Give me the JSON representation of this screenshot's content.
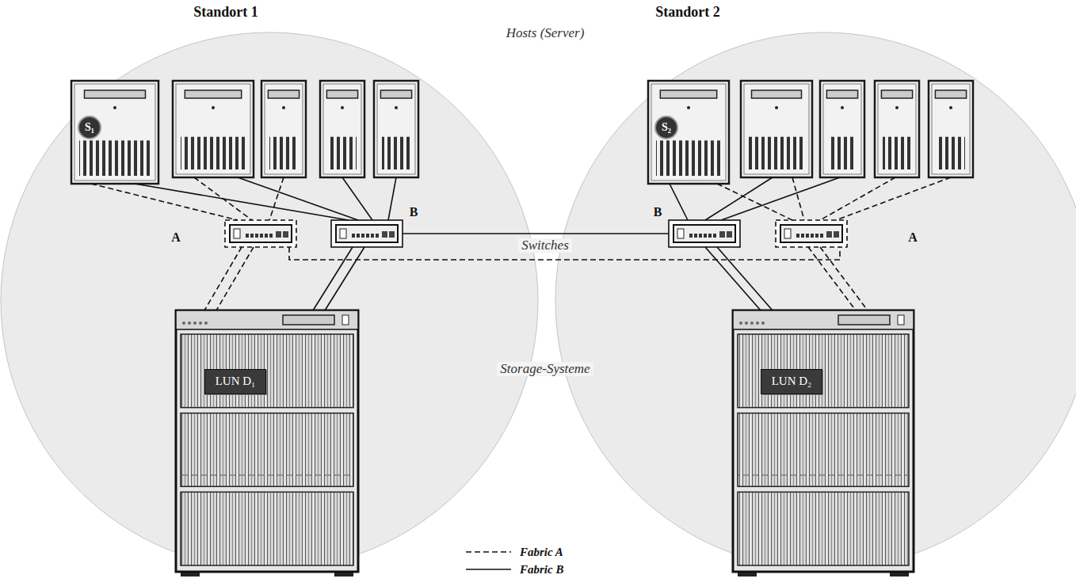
{
  "diagram": {
    "nodes": [
      {
        "text": [
          "Standort 1"
        ]
      },
      {
        "text": [
          "S₁"
        ],
        "in": 0
      },
      {
        "text": [
          "LUN D₁"
        ],
        "in": 0
      },
      {
        "text": [
          "Standort 2"
        ]
      },
      {
        "text": [
          "S₂"
        ],
        "in": 3
      },
      {
        "text": [
          "LUN D₂"
        ],
        "in": 3
      }
    ],
    "labels": [
      "Hosts (Server)",
      "A",
      "B",
      "Switches",
      "B",
      "A",
      "Storage-Systeme"
    ],
    "legend": [
      {
        "text": "Fabric A"
      },
      {
        "text": "Fabric B"
      }
    ]
  }
}
